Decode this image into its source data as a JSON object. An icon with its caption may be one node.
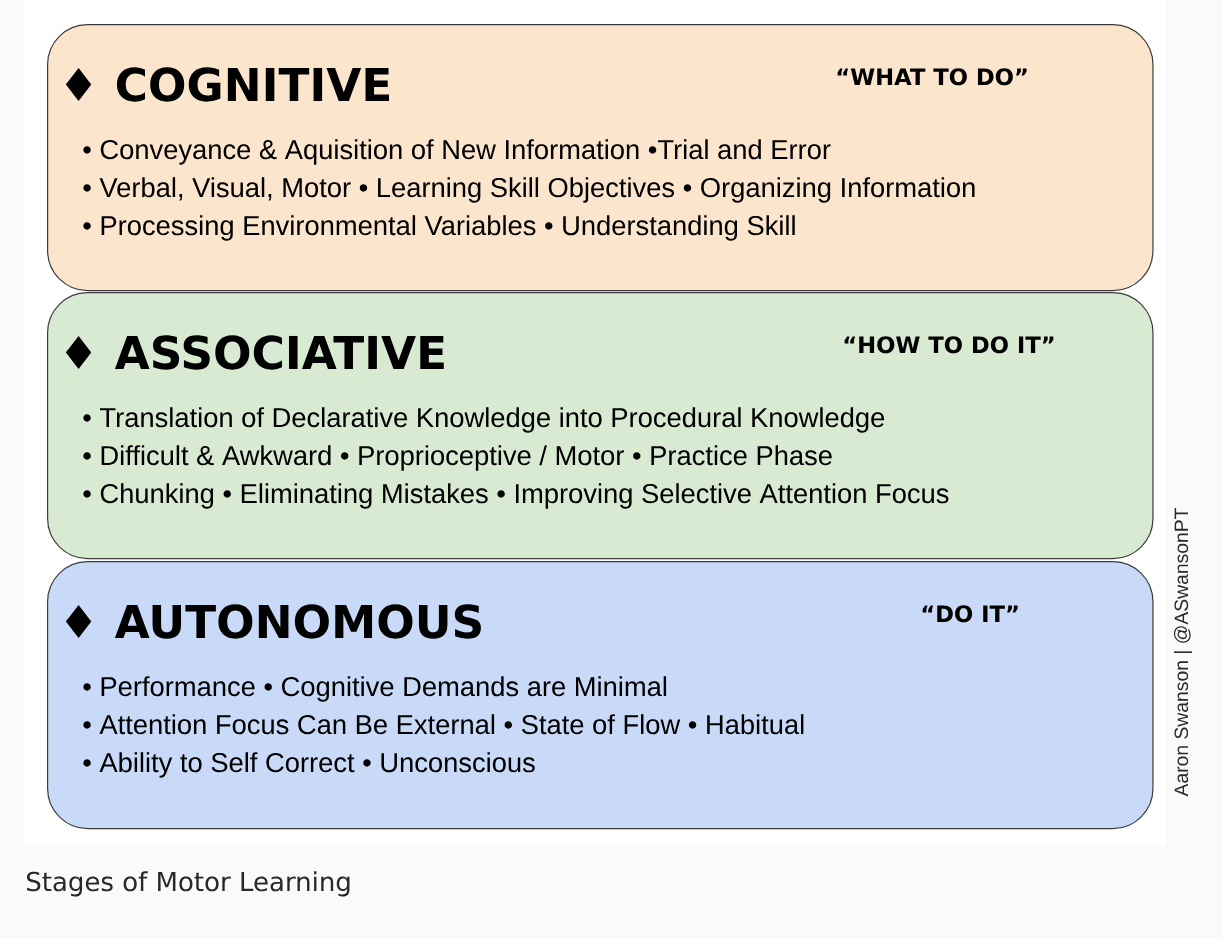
{
  "diagram": {
    "caption": "Stages of Motor Learning",
    "nodes": [
      {
        "text": [
          "♦ COGNITIVE",
          "“WHAT TO DO”",
          "• Conveyance & Aquisition of New Information •Trial and Error",
          "• Verbal, Visual, Motor • Learning Skill Objectives • Organizing Information",
          "• Processing Environmental Variables • Understanding Skill"
        ]
      },
      {
        "text": [
          "♦ ASSOCIATIVE",
          "“HOW TO DO IT”",
          "• Translation of Declarative Knowledge into Procedural Knowledge",
          "• Difficult & Awkward • Proprioceptive / Motor • Practice Phase",
          "• Chunking • Eliminating Mistakes • Improving Selective Attention Focus"
        ]
      },
      {
        "text": [
          "♦ AUTONOMOUS",
          "“DO IT”",
          "• Performance • Cognitive Demands are Minimal",
          "• Attention Focus Can Be External • State of Flow • Habitual",
          "• Ability to Self Correct • Unconscious"
        ]
      }
    ],
    "labels": [
      "Aaron Swanson | @ASwansonPT"
    ]
  }
}
